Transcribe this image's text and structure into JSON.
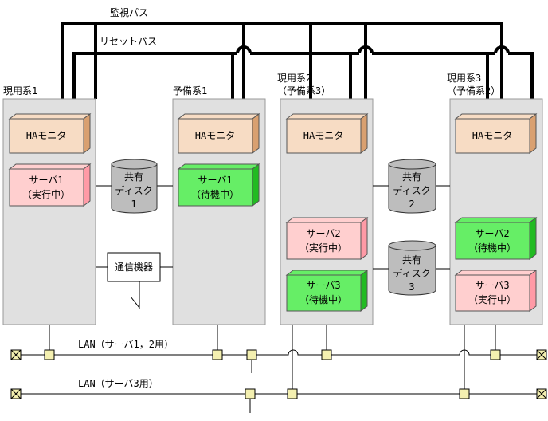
{
  "buses": {
    "monitor": "監視パス",
    "reset": "リセットパス"
  },
  "systems": [
    {
      "id": "s1",
      "lines": [
        "現用系1"
      ]
    },
    {
      "id": "s2",
      "lines": [
        "予備系1"
      ]
    },
    {
      "id": "s3",
      "lines": [
        "現用系2",
        "（予備系3）"
      ]
    },
    {
      "id": "s4",
      "lines": [
        "現用系3",
        "（予備系2）"
      ]
    }
  ],
  "monitors": [
    {
      "label": "HAモニタ"
    },
    {
      "label": "HAモニタ"
    },
    {
      "label": "HAモニタ"
    },
    {
      "label": "HAモニタ"
    }
  ],
  "servers": [
    {
      "lines": [
        "サーバ1",
        "（実行中）"
      ],
      "state": "running"
    },
    {
      "lines": [
        "サーバ1",
        "（待機中）"
      ],
      "state": "standby"
    },
    {
      "lines": [
        "サーバ2",
        "（実行中）"
      ],
      "state": "running"
    },
    {
      "lines": [
        "サーバ3",
        "（待機中）"
      ],
      "state": "standby"
    },
    {
      "lines": [
        "サーバ2",
        "（待機中）"
      ],
      "state": "standby"
    },
    {
      "lines": [
        "サーバ3",
        "（実行中）"
      ],
      "state": "running"
    }
  ],
  "disks": [
    {
      "lines": [
        "共有",
        "ディスク",
        "1"
      ]
    },
    {
      "lines": [
        "共有",
        "ディスク",
        "2"
      ]
    },
    {
      "lines": [
        "共有",
        "ディスク",
        "3"
      ]
    }
  ],
  "comm": {
    "label": "通信機器"
  },
  "lans": [
    {
      "label": "LAN（サーバ1，2用）"
    },
    {
      "label": "LAN（サーバ3用）"
    }
  ],
  "colors": {
    "system_panel": "#e0e0e0",
    "monitor_face": "#f7dcc4",
    "monitor_side": "#d9a070",
    "running_face": "#ffcfcf",
    "running_side": "#ff9aa6",
    "standby_face": "#66ee66",
    "standby_side": "#22bb22",
    "disk": "#bdbdbd",
    "connector": "#f4f0b0"
  }
}
